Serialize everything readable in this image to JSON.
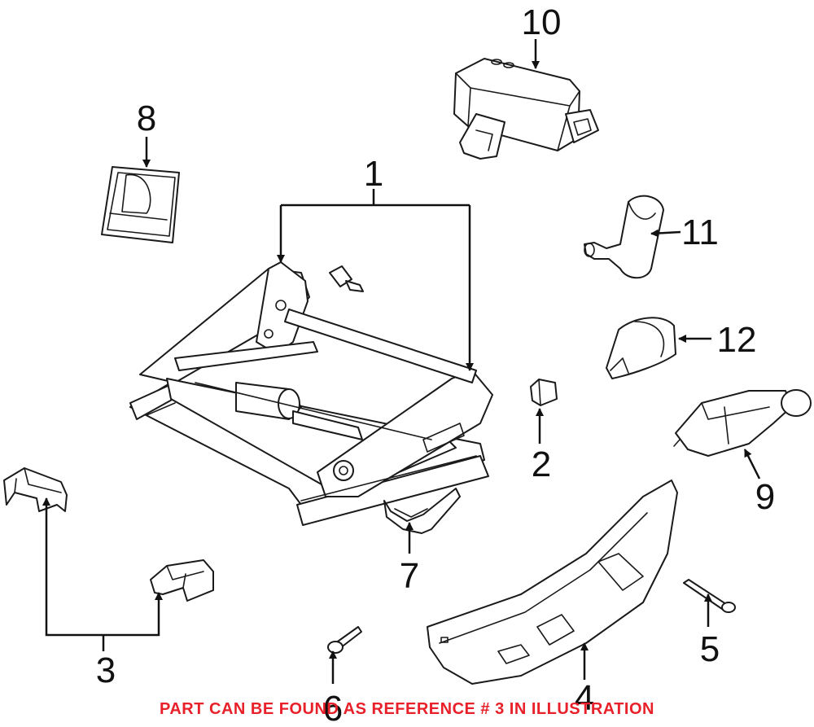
{
  "callouts": [
    {
      "id": "1",
      "label": "1"
    },
    {
      "id": "2",
      "label": "2"
    },
    {
      "id": "3",
      "label": "3"
    },
    {
      "id": "4",
      "label": "4"
    },
    {
      "id": "5",
      "label": "5"
    },
    {
      "id": "6",
      "label": "6"
    },
    {
      "id": "7",
      "label": "7"
    },
    {
      "id": "8",
      "label": "8"
    },
    {
      "id": "9",
      "label": "9"
    },
    {
      "id": "10",
      "label": "10"
    },
    {
      "id": "11",
      "label": "11"
    },
    {
      "id": "12",
      "label": "12"
    }
  ],
  "footer_note": "PART CAN BE FOUND AS REFERENCE # 3 IN ILLUSTRATION",
  "colors": {
    "footer_text": "#e8202a",
    "line_art": "#1a1a1a",
    "background": "#ffffff"
  }
}
